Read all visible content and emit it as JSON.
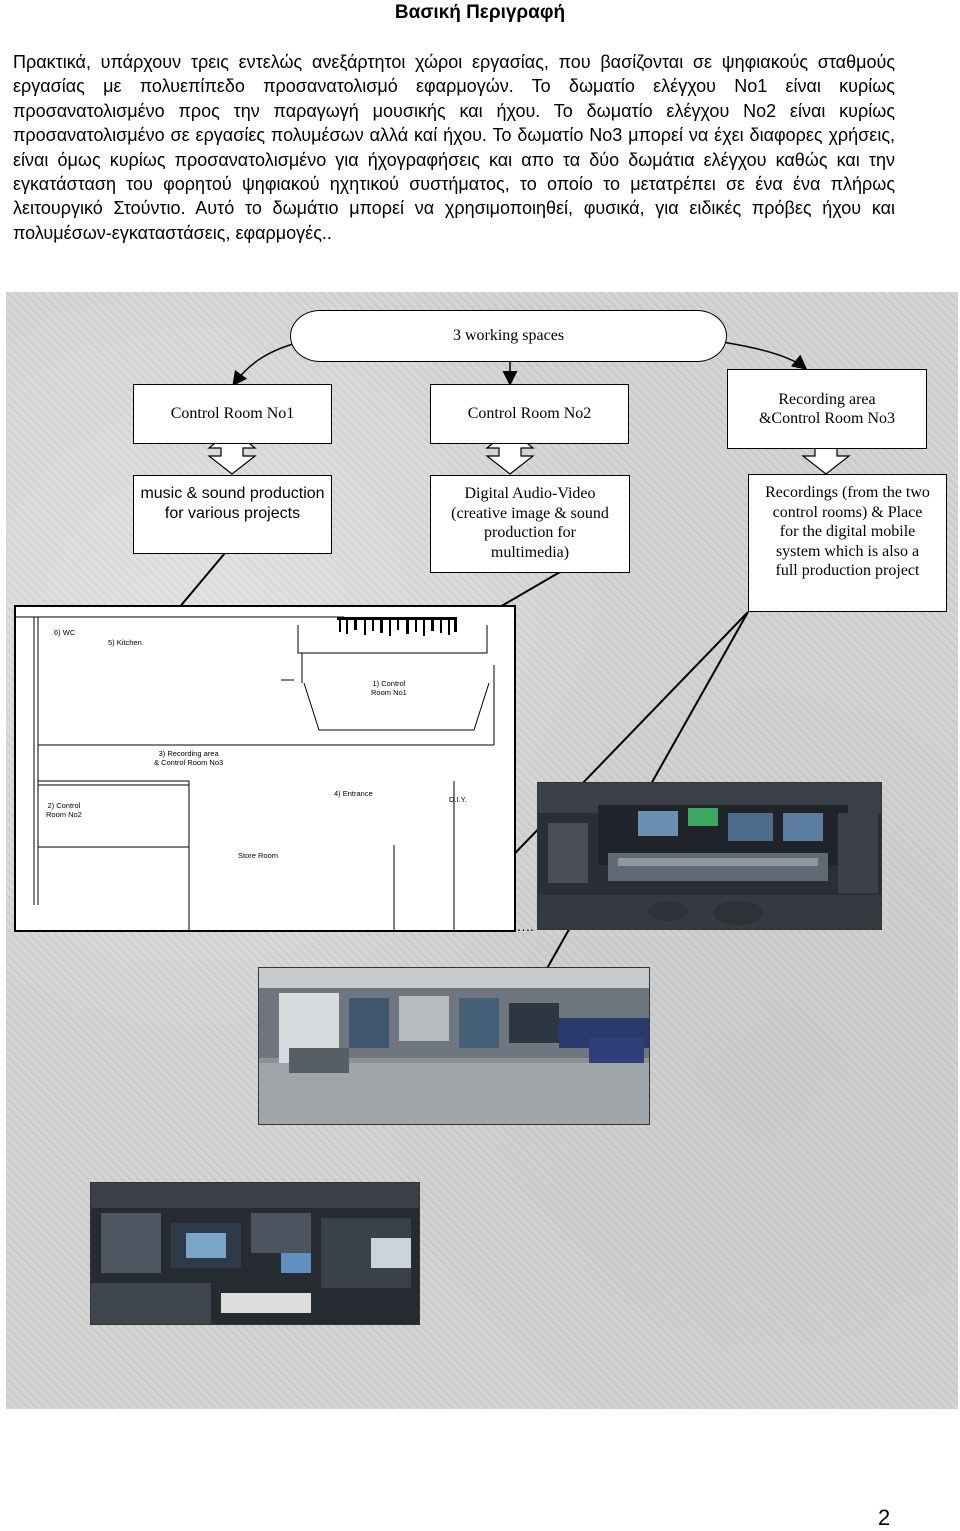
{
  "document": {
    "title": "Βασική Περιγραφή",
    "paragraph": "Πρακτικά, υπάρχουν τρεις εντελώς ανεξάρτητοι χώροι εργασίας, που βασίζονται σε ψηφιακούς σταθμούς εργασίας με πολυεπίπεδο προσανατολισμό εφαρμογών. Το δωματίο ελέγχου Νο1 είναι κυρίως προσανατολισμένο προς την παραγωγή μουσικής και ήχου. Το δωματίο ελέγχου Νο2 είναι κυρίως προσανατολισμένο σε εργασίες πολυμέσων αλλά καί ήχου. Το δωματίο Νο3 μπορεί να έχει διαφορες χρήσεις, είναι όμως κυρίως προσανατολισμένο για ήχογραφήσεις και απο τα δύο δωμάτια ελέγχου καθώς και την εγκατάσταση του φορητού ψηφιακού ηχητικού συστήματος, το οποίο το μετατρέπει σε ένα ένα πλήρως λειτουργικό Στούντιο. Αυτό το δωμάτιο μπορεί να χρησιμοποιηθεί, φυσικά, για ειδικές πρόβες ήχου και πολυμέσων-εγκαταστάσεις, εφαρμογές..",
    "page_number": "2"
  },
  "diagram": {
    "root": "3  working spaces",
    "rooms": [
      "Control Room No1",
      "Control Room No2",
      "Recording area\n&Control Room No3"
    ],
    "descriptions": [
      "music & sound production for various projects",
      "Digital Audio-Video (creative image & sound production for multimedia)",
      "Recordings (from the two control rooms)  & Place for the digital mobile system which is also a full production project"
    ]
  },
  "floor_plan": {
    "labels": {
      "wc": "6) WC",
      "kitchen": "5) Kitchen",
      "control_room_1": "1) Control\nRoom No1",
      "recording_area": "3) Recording area\n& Control Room No3",
      "control_room_2": "2) Control\nRoom No2",
      "entrance": "4) Entrance",
      "diy": "D.I.Y.",
      "store_room": "Store Room"
    },
    "ellipsis": "….."
  }
}
